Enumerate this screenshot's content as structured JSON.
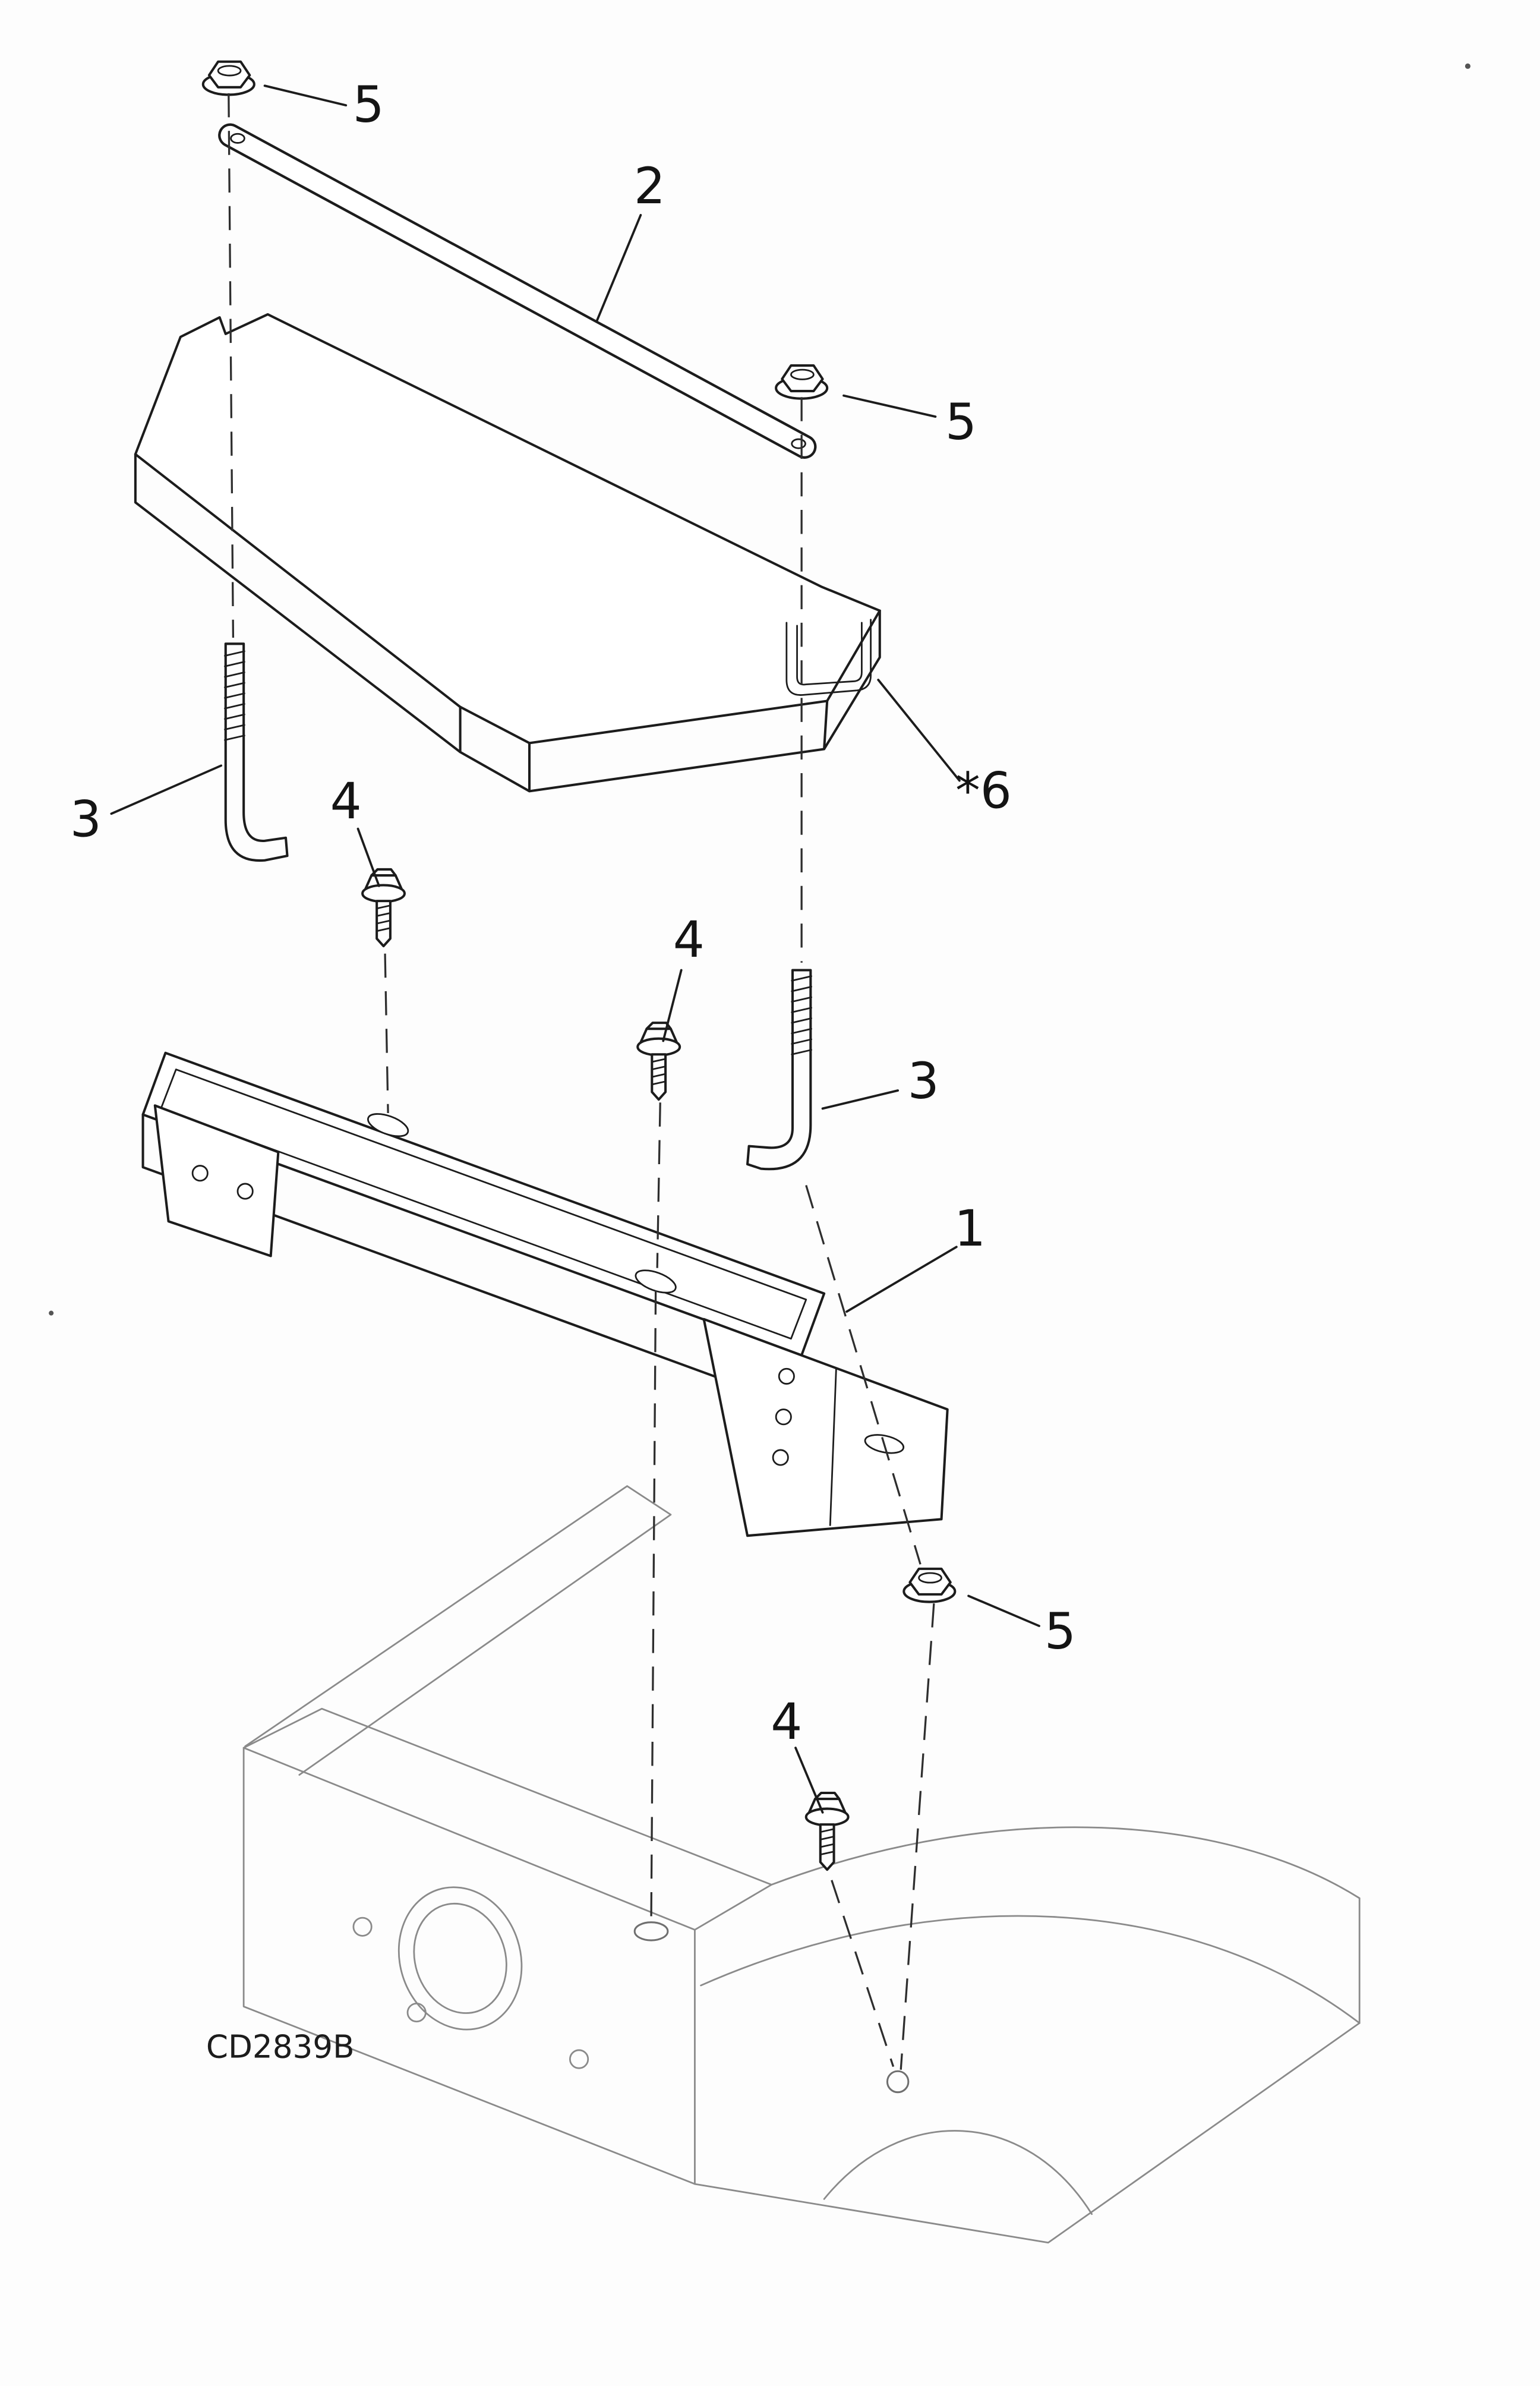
{
  "figure": {
    "code": "CD2839B",
    "callouts": {
      "nut_top_left": "5",
      "strap": "2",
      "nut_upper_right": "5",
      "jbolt_left": "3",
      "screw_left": "4",
      "screw_middle": "4",
      "jbolt_right": "3",
      "cover_channel": "*6",
      "tray": "1",
      "nut_lower_right": "5",
      "screw_bottom": "4"
    }
  }
}
